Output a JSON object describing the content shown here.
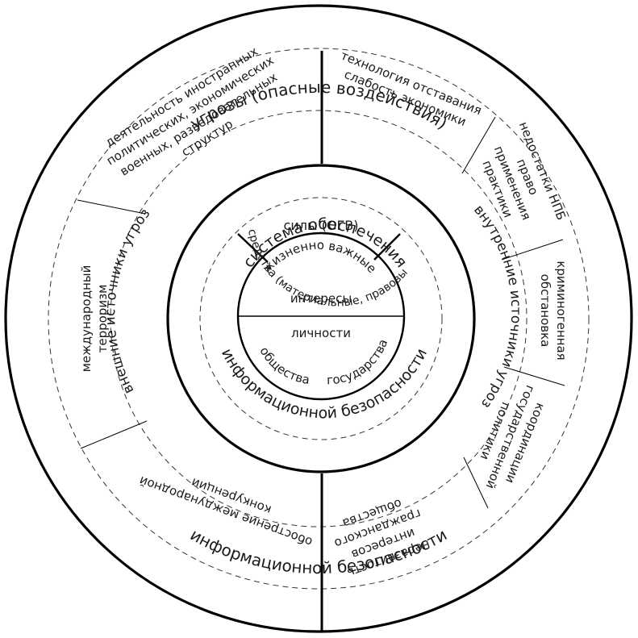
{
  "outer_ring": {
    "top_title": "угрозы (опасные воздействия)",
    "bottom_title": "информационной безопасности"
  },
  "threats": {
    "foreign_structures": [
      "деятельность иностранных",
      "политических, экономических",
      "военных, разведовательных",
      "структур"
    ],
    "technology_lag": [
      "технология отставания",
      "слабость экономики"
    ],
    "npb_flaws": [
      "недостатки НПБ",
      "право",
      "применения",
      "практики"
    ],
    "criminogenic": [
      "криминогенная",
      "обстановка"
    ],
    "state_policy": [
      "координации",
      "государственной",
      "политики"
    ],
    "civil_society": [
      "неразвитость",
      "интересов",
      "гражданского",
      "общества"
    ],
    "competition": [
      "обострение международной",
      "конкуренции"
    ],
    "terrorism": [
      "международный",
      "терроризм"
    ]
  },
  "source_ring": {
    "external": "внешние источники угроз",
    "internal": "внутренние источники угроз"
  },
  "system_ring": {
    "top": "система обеспечения",
    "bottom": "информационной безопасности"
  },
  "means_ring": {
    "forces": "силы (ОГВ)",
    "means": "средства (материальные, правовые, технологические)"
  },
  "core": {
    "vital": "жизненно важные",
    "interests": "интересы",
    "personal": "личности",
    "society": "общества",
    "state": "государства"
  }
}
